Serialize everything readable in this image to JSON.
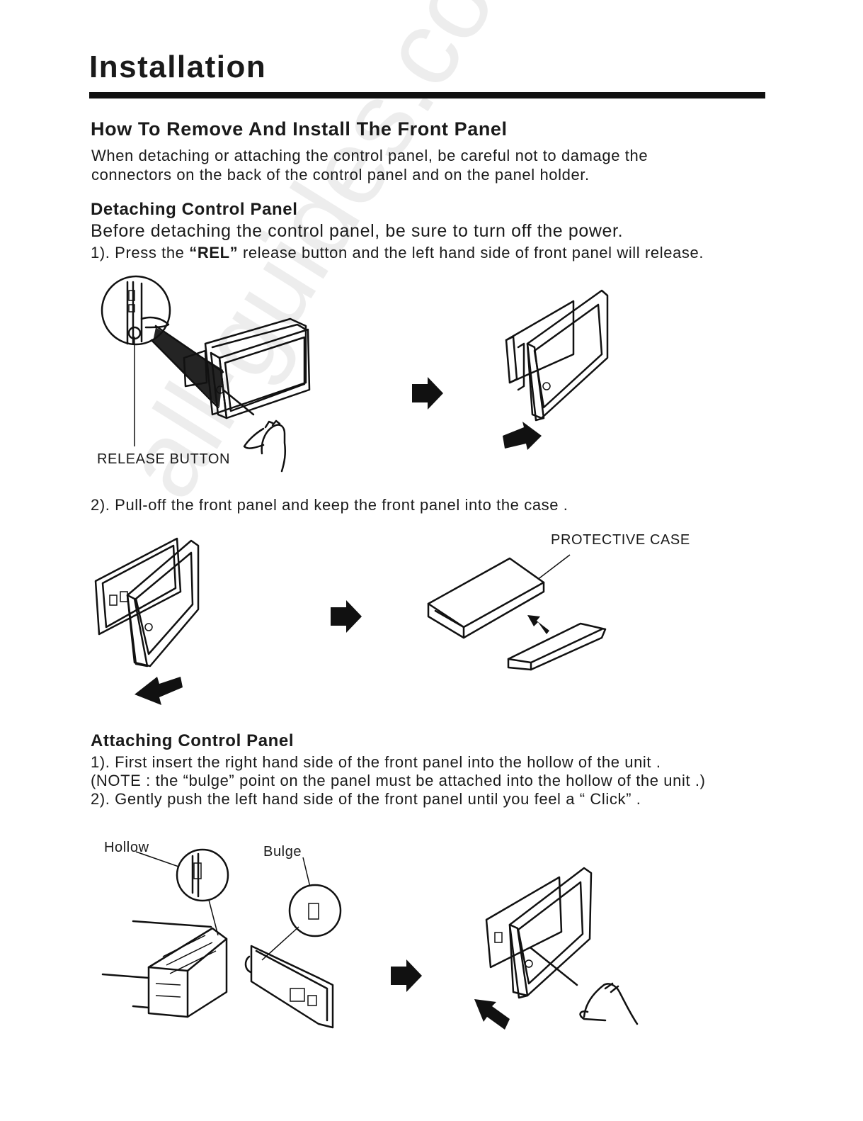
{
  "page": {
    "title": "Installation",
    "section_heading": "How To Remove And Install The Front Panel",
    "intro_line1": "When detaching or attaching the control panel, be careful not to damage the",
    "intro_line2": "connectors on the back of the control panel and on the panel holder."
  },
  "detaching": {
    "heading": "Detaching Control Panel",
    "before_text": "Before detaching the control panel, be sure to turn off the power.",
    "step1_prefix": "1). Press the ",
    "step1_rel": "“REL”",
    "step1_suffix": " release button and the left hand side of front panel will release.",
    "release_button_label": "RELEASE BUTTON",
    "step2": "2). Pull-off the front panel  and keep the front panel into the case .",
    "protective_case_label": "PROTECTIVE CASE"
  },
  "attaching": {
    "heading": "Attaching Control Panel",
    "step1": "1). First insert the right hand side of the front panel into the hollow of the unit .",
    "note": "(NOTE : the “bulge” point on the panel must be attached into the hollow of the unit .)",
    "step2": "2). Gently push the left hand side of the front panel until you feel a  “ Click” .",
    "hollow_label": "Hollow",
    "bulge_label": "Bulge"
  },
  "watermark": "all-guides.com"
}
